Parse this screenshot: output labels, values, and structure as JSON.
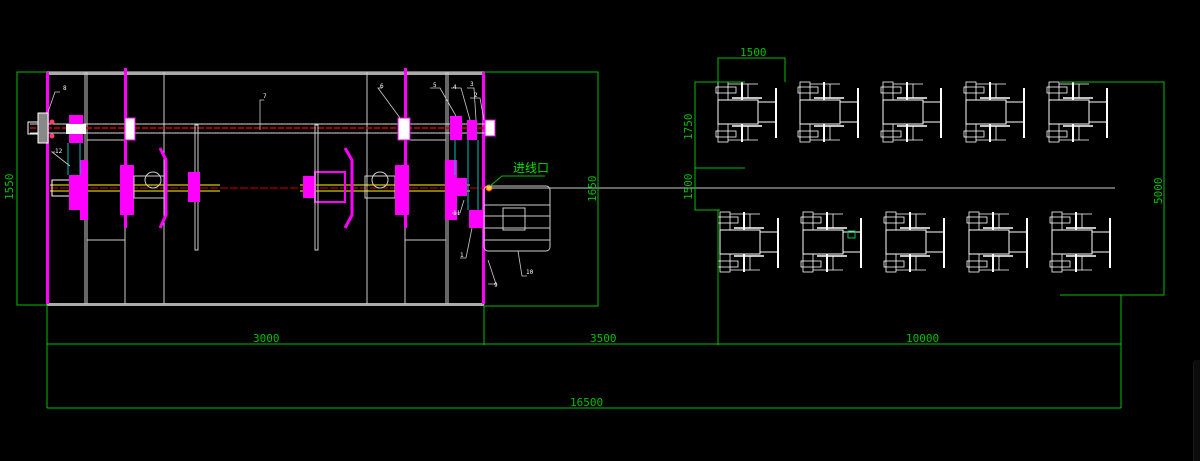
{
  "drawing": {
    "background": "#000000",
    "colors": {
      "dimension": "#00c000",
      "outline": "#ffffff",
      "section": "#ff00ff",
      "centerline": "#d00000",
      "shaft": "#ffff00",
      "belt": "#00c0c0"
    },
    "dimensions": {
      "overall_height_left": "1550",
      "motor_height": "1650",
      "section_1": "3000",
      "section_2": "3500",
      "section_3": "10000",
      "overall_length": "16500",
      "unit_width": "1500",
      "unit_height": "1750",
      "row_gap": "1500",
      "array_height": "5000"
    },
    "inlet_label": "进线口",
    "part_labels": [
      "1",
      "2",
      "3",
      "4",
      "5",
      "6",
      "7",
      "8",
      "9",
      "10",
      "11",
      "12"
    ],
    "array": {
      "rows": 2,
      "columns": 5
    }
  }
}
